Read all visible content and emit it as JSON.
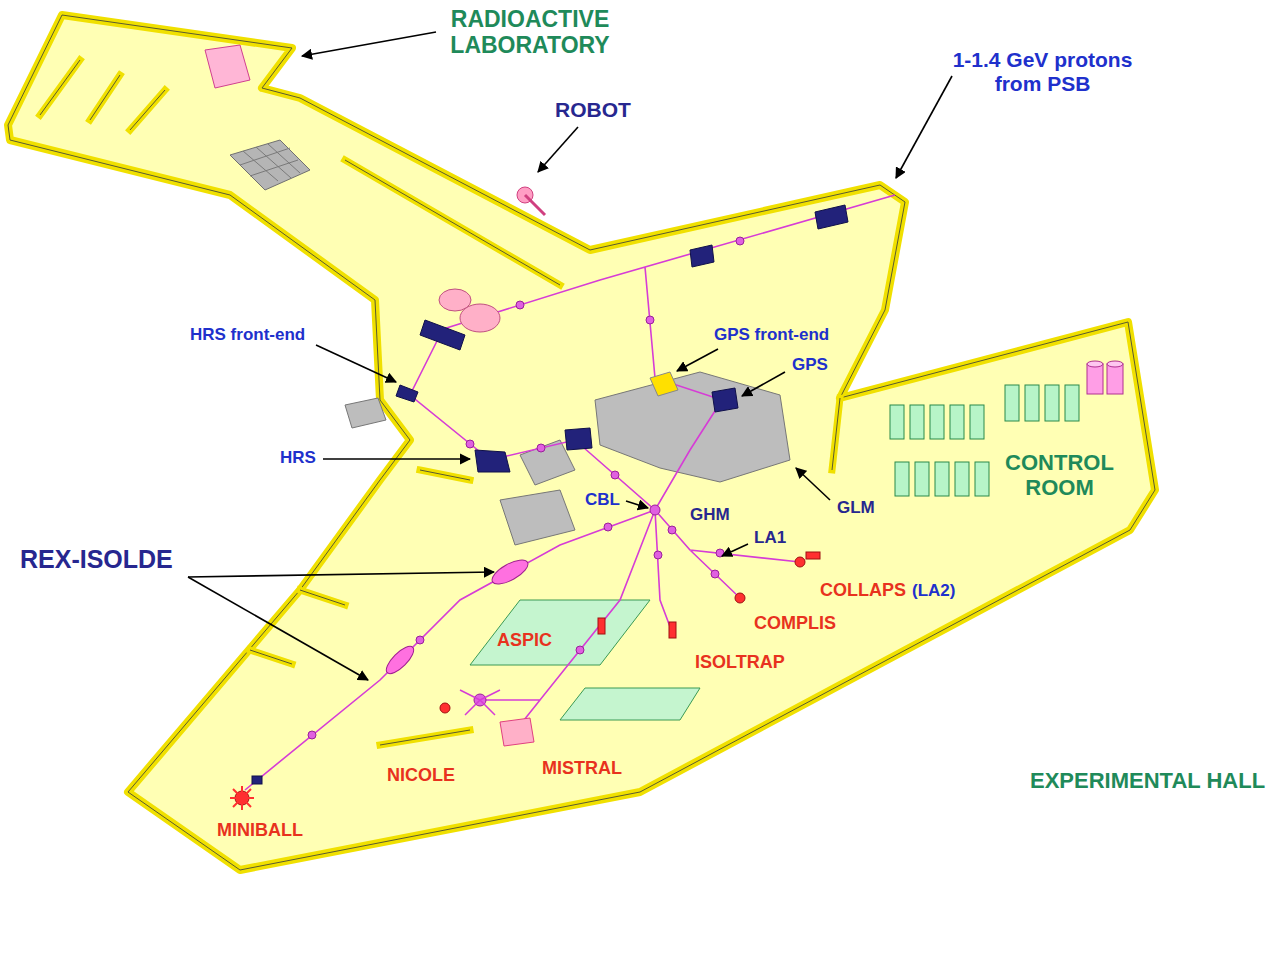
{
  "diagram": {
    "labels": [
      "RADIOACTIVE LABORATORY",
      "1-1.4 GeV protons from PSB",
      "ROBOT",
      "HRS front-end",
      "GPS front-end",
      "GPS",
      "HRS",
      "CBL",
      "GLM",
      "GHM",
      "LA1",
      "CONTROL ROOM",
      "REX-ISOLDE",
      "COLLAPS",
      "(LA2)",
      "COMPLIS",
      "ASPIC",
      "ISOLTRAP",
      "NICOLE",
      "MISTRAL",
      "MINIBALL",
      "EXPERIMENTAL HALL"
    ]
  }
}
